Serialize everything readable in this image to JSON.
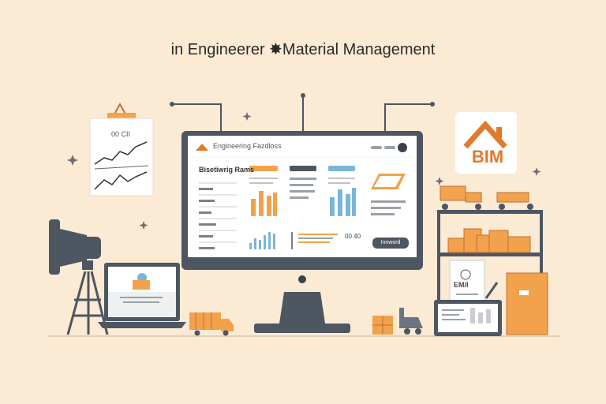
{
  "page": {
    "title": "in Engineerer ✸Material Management"
  },
  "monitor": {
    "app_name": "Engineering Fazdloss",
    "sidebar_heading": "Bisetiwrig Rams",
    "stat_values": "00 40",
    "button_label": "Innword"
  },
  "chart_board": {
    "label": "00 CII"
  },
  "bim_badge": {
    "label": "BIM"
  },
  "document": {
    "label": "EM/I"
  },
  "colors": {
    "background": "#fbead4",
    "accent_orange": "#f2a24a",
    "accent_blue": "#7ab6d6",
    "dark_gray": "#4d5661"
  }
}
